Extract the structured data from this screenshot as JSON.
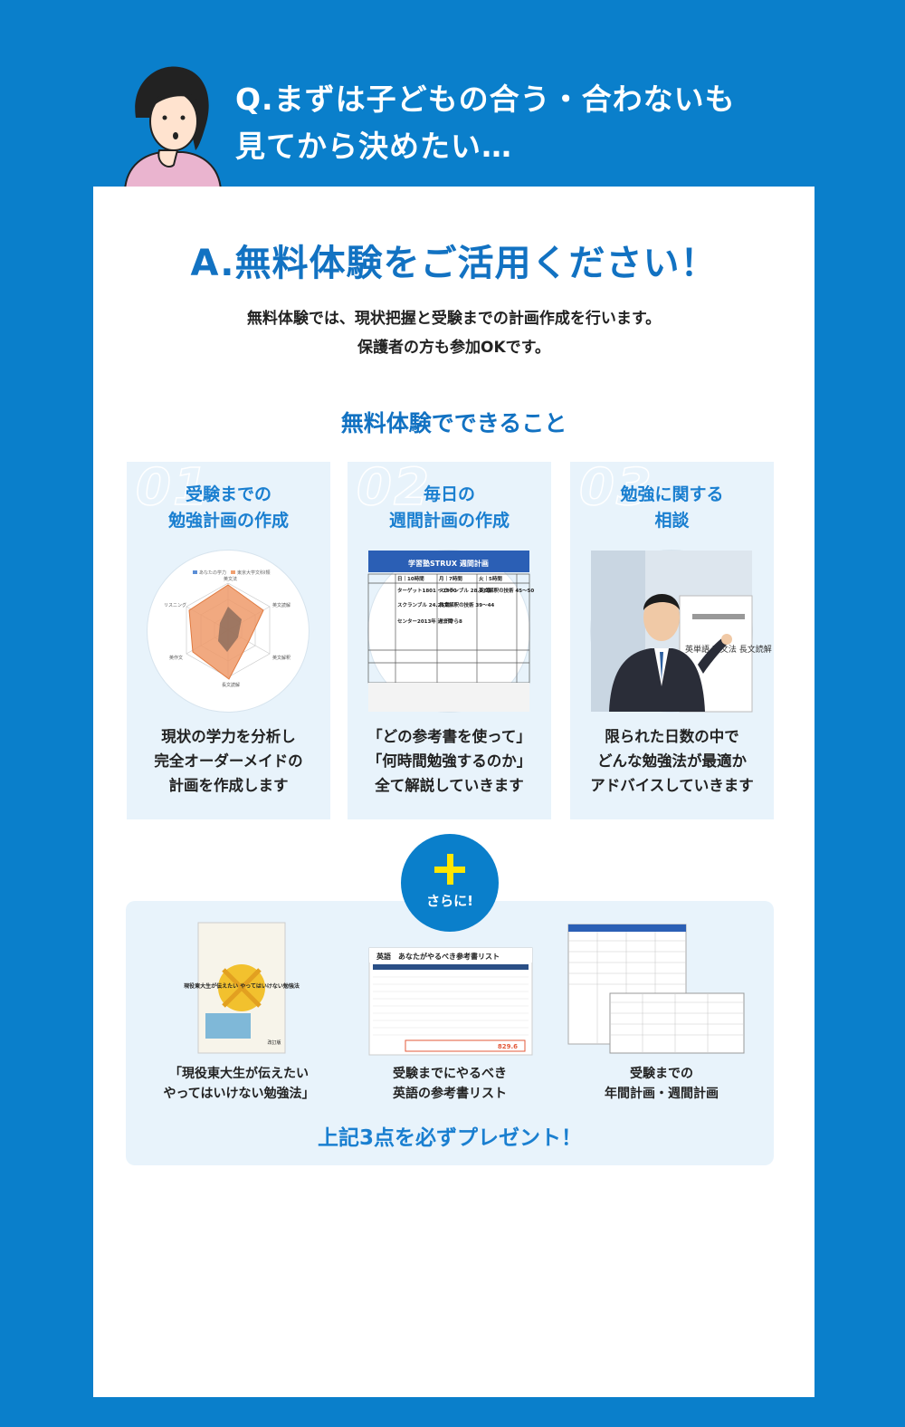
{
  "question": {
    "line1": "Q.まずは子どもの合う・合わないも",
    "line2": "見てから決めたい…"
  },
  "answer": {
    "title": "A.無料体験をご活用ください！",
    "lead_line1": "無料体験では、現状把握と受験までの計画作成を行います。",
    "lead_line2": "保護者の方も参加OKです。"
  },
  "cando": {
    "title": "無料体験でできること",
    "cards": [
      {
        "number": "01",
        "title_line1": "受験までの",
        "title_line2": "勉強計画の作成",
        "desc_line1": "現状の学力を分析し",
        "desc_line2": "完全オーダーメイドの",
        "desc_line3": "計画を作成します",
        "radar": {
          "legend": [
            "あなたの学力",
            "東京大学文科Ⅰ類"
          ],
          "axes": [
            "英文法",
            "英文読解",
            "英文解釈",
            "長文読解",
            "英作文",
            "リスニング"
          ]
        }
      },
      {
        "number": "02",
        "title_line1": "毎日の",
        "title_line2": "週間計画の作成",
        "desc_line1": "「どの参考書を使って」",
        "desc_line2": "「何時間勉強するのか」",
        "desc_line3": "全て解説していきます",
        "sheet": {
          "header": "学習塾STRUX 週間計画",
          "cols": [
            "日｜10時間",
            "月｜7時間",
            "火｜5時間"
          ],
          "rows": [
            [
              "ターゲット1801 〜1900",
              "スクランブル 28.27章",
              "英文解釈の技術 45〜50"
            ],
            [
              "スクランブル 24.25章",
              "長文解釈の技術 39〜44",
              ""
            ],
            [
              "センター2013年 過去問",
              "イチから8",
              ""
            ]
          ]
        }
      },
      {
        "number": "03",
        "title_line1": "勉強に関する",
        "title_line2": "相談",
        "desc_line1": "限られた日数の中で",
        "desc_line2": "どんな勉強法が最適か",
        "desc_line3": "アドバイスしていきます",
        "board_text": "英単語 英文法 長文読解"
      }
    ]
  },
  "bonus": {
    "plus_label": "さらに!",
    "items": [
      {
        "cap_line1": "「現役東大生が伝えたい",
        "cap_line2": "やってはいけない勉強法」",
        "book_title": "現役東大生が伝えたい やってはいけない勉強法",
        "book_edition": "改訂版"
      },
      {
        "cap_line1": "受験までにやるべき",
        "cap_line2": "英語の参考書リスト",
        "list_title": "英語　あなたがやるべき参考書リスト",
        "list_total": "829.6"
      },
      {
        "cap_line1": "受験までの",
        "cap_line2": "年間計画・週間計画"
      }
    ],
    "present": "上記3点を必ずプレゼント！"
  },
  "colors": {
    "brand_blue": "#0a7fcb",
    "title_blue": "#1272c2",
    "card_bg": "#e8f3fb",
    "accent_yellow": "#ffe600"
  }
}
